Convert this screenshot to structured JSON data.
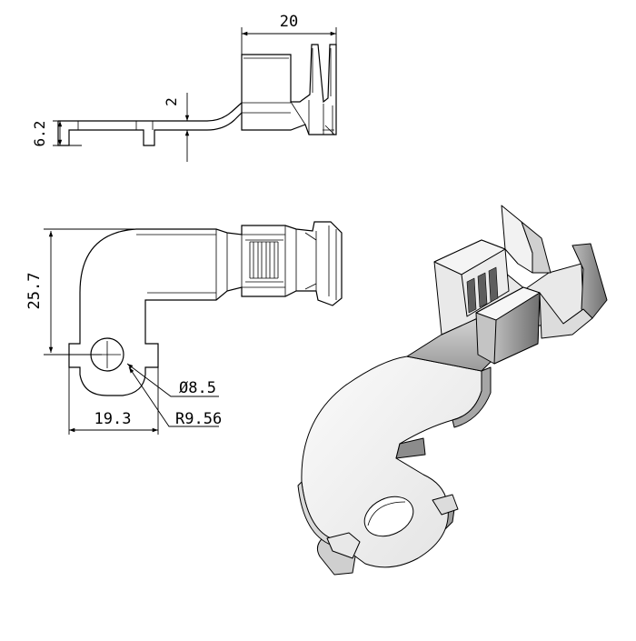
{
  "drawing": {
    "dimensions": {
      "top_width": "20",
      "top_thickness": "2",
      "top_height": "6.2",
      "front_height": "25.7",
      "hole_diameter": "Ø8.5",
      "bend_radius": "R9.56",
      "ring_width": "19.3"
    },
    "colors": {
      "line": "#000000",
      "background": "#ffffff",
      "shade_light": "#e6e6e6",
      "shade_mid": "#bdbdbd",
      "shade_dark": "#7a7a7a"
    }
  }
}
